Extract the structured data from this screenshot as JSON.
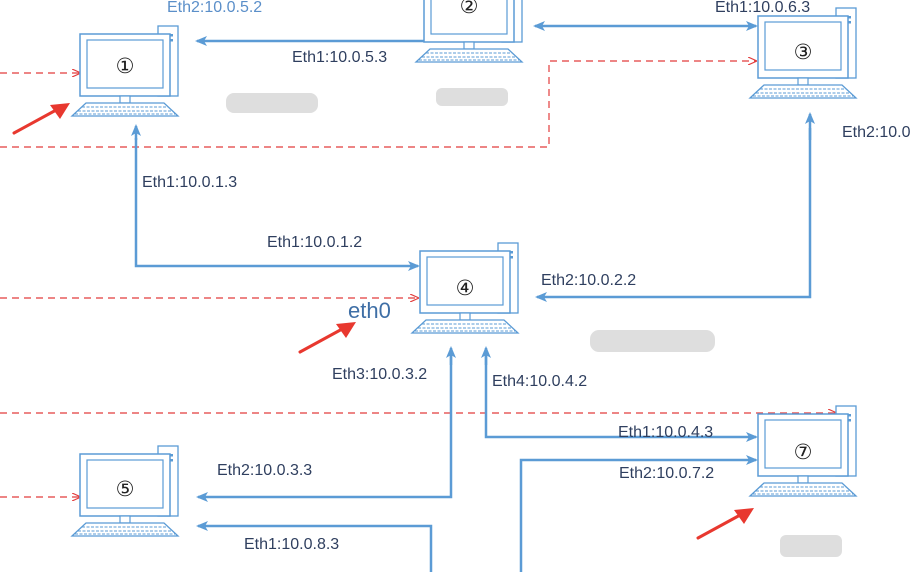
{
  "colors": {
    "link": "#5b9bd5",
    "dashed": "#e23c3c",
    "pc_stroke": "#5b9bd5",
    "label": "#2f3f5f",
    "blur": "#d8d8d8"
  },
  "nodes": [
    {
      "id": "n1",
      "number": "①"
    },
    {
      "id": "n2",
      "number": "②"
    },
    {
      "id": "n3",
      "number": "③"
    },
    {
      "id": "n4",
      "number": "④"
    },
    {
      "id": "n5",
      "number": "⑤"
    },
    {
      "id": "n7",
      "number": "⑦"
    }
  ],
  "labels": {
    "n1_eth2": "Eth2:10.0.5.2",
    "n2_eth1": "Eth1:10.0.5.3",
    "n3_eth1": "Eth1:10.0.6.3",
    "n3_eth2": "Eth2:10.0",
    "n1_eth1": "Eth1:10.0.1.3",
    "n4_eth1": "Eth1:10.0.1.2",
    "n4_eth2": "Eth2:10.0.2.2",
    "eth0": "eth0",
    "n4_eth3": "Eth3:10.0.3.2",
    "n4_eth4": "Eth4:10.0.4.2",
    "n7_eth1": "Eth1:10.0.4.3",
    "n7_eth2": "Eth2:10.0.7.2",
    "n5_eth2": "Eth2:10.0.3.3",
    "n5_eth1": "Eth1:10.0.8.3"
  },
  "icons": {
    "computer": "computer-icon",
    "arrow": "red-arrow-icon"
  }
}
